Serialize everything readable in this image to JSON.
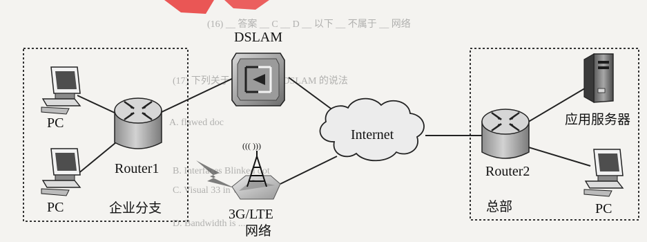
{
  "nodes": {
    "pc_top": "PC",
    "pc_bottom": "PC",
    "router1": "Router1",
    "branch": "企业分支",
    "dslam": "DSLAM",
    "wireless_tech": "3G/LTE",
    "wireless_net": "网络",
    "internet": "Internet",
    "router2": "Router2",
    "hq": "总部",
    "app_server": "应用服务器",
    "pc_hq": "PC"
  },
  "wireless_signal_text": "((( )))",
  "background_text": {
    "line1": "(16) __ 答案 __ C __ D __ 以下 __ 不属于 __ 网络",
    "line2": "(17) 下列关于 Router 以及 DSLAM 的说法",
    "line3": "A. flawed doc",
    "line4": "B. Interfaces Blinked dot",
    "line5": "C. Visual 33 in wired lines",
    "line6": "D. Bandwidth is ..."
  },
  "colors": {
    "watermark_red": "#e8393a",
    "line": "#222222",
    "dashed_box": "#333333",
    "router_body": "#b9b9b9",
    "router_top": "#d9d9d9",
    "cloud_fill": "#ededed"
  }
}
